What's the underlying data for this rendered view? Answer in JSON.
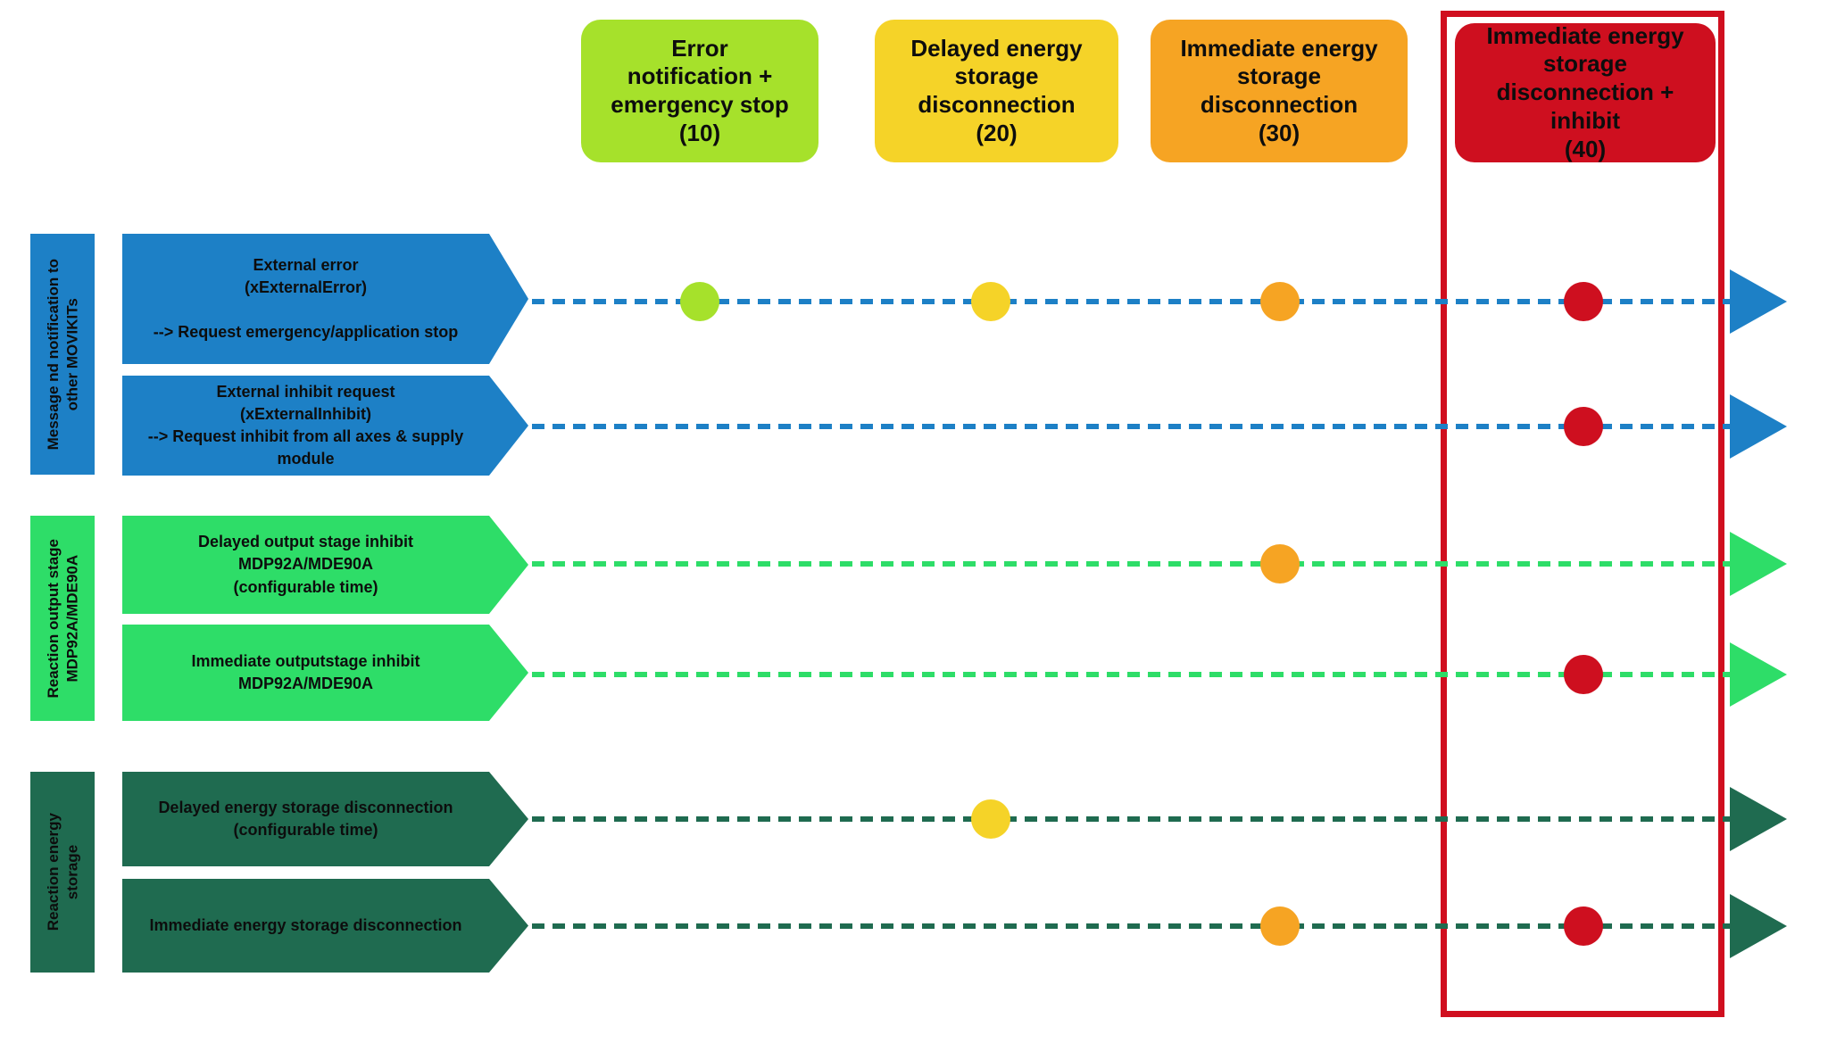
{
  "levels": [
    {
      "label": "Error\nnotification +\nemergency stop\n(10)",
      "value": 10,
      "color": "#a6e12b"
    },
    {
      "label": "Delayed energy\nstorage\ndisconnection\n(20)",
      "value": 20,
      "color": "#f5d328"
    },
    {
      "label": "Immediate energy\nstorage\ndisconnection\n(30)",
      "value": 30,
      "color": "#f6a423"
    },
    {
      "label": "Immediate energy\nstorage\ndisconnection +\ninhibit\n(40)",
      "value": 40,
      "color": "#ce0f1f",
      "highlighted": true
    }
  ],
  "groups": [
    {
      "label": "Message nd notification to\nother MOVIKITs",
      "color": "#1d80c6"
    },
    {
      "label": "Reaction output stage\nMDP92A/MDE90A",
      "color": "#2edd68"
    },
    {
      "label": "Reaction energy\nstorage",
      "color": "#1f6b50"
    }
  ],
  "rows": [
    {
      "label": "External error\n(xExternalError)\n\n--> Request emergency/application stop",
      "group": 0,
      "levels_hit": [
        10,
        20,
        30,
        40
      ]
    },
    {
      "label": "External inhibit request\n(xExternalInhibit)\n--> Request inhibit from all axes & supply module",
      "group": 0,
      "levels_hit": [
        40
      ]
    },
    {
      "label": "Delayed output stage inhibit\nMDP92A/MDE90A\n(configurable time)",
      "group": 1,
      "levels_hit": [
        30
      ]
    },
    {
      "label": "Immediate outputstage inhibit\nMDP92A/MDE90A",
      "group": 1,
      "levels_hit": [
        40
      ]
    },
    {
      "label": "Delayed energy storage disconnection\n(configurable time)",
      "group": 2,
      "levels_hit": [
        20
      ]
    },
    {
      "label": "Immediate energy storage disconnection",
      "group": 2,
      "levels_hit": [
        30,
        40
      ]
    }
  ],
  "palette": {
    "blue": "#1d80c6",
    "bright_green": "#2edd68",
    "dark_green": "#1f6b50",
    "yellow_green": "#a6e12b",
    "yellow": "#f5d328",
    "orange": "#f6a423",
    "red": "#ce0f1f",
    "frame_red": "#d00f1f",
    "text": "#0d0d0d",
    "background": "#ffffff"
  }
}
